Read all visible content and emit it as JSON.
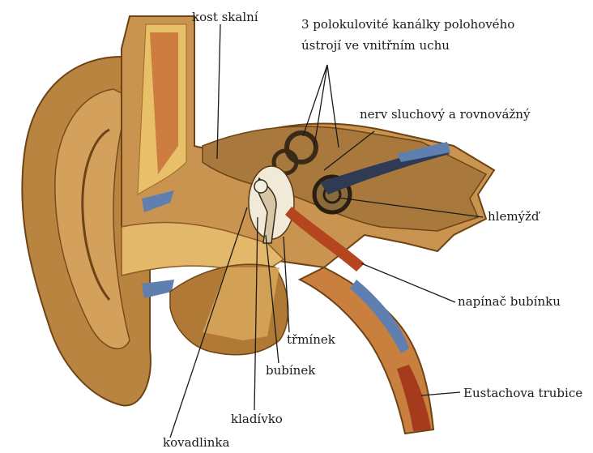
{
  "diagram": {
    "labels": {
      "kost_skalni": "kost skalní",
      "kanalky_line1": "3 polokulovité kanálky polohového",
      "kanalky_line2": "ústrojí ve vnitřním uchu",
      "nerv": "nerv sluchový a rovnovážný",
      "hlemyzd": "hlemýžď",
      "napinac": "napínač bubínku",
      "eustachova": "Eustachova trubice",
      "trminek": "třmínek",
      "bubinek": "bubínek",
      "kladivko": "kladívko",
      "kovadlinka": "kovadlinka"
    },
    "colors": {
      "skin": "#c8904a",
      "skin_dark": "#7a4a1e",
      "bone": "#e8c069",
      "red": "#b5451e",
      "blue": "#5f7fb0",
      "nerve": "#2f3a55"
    }
  }
}
